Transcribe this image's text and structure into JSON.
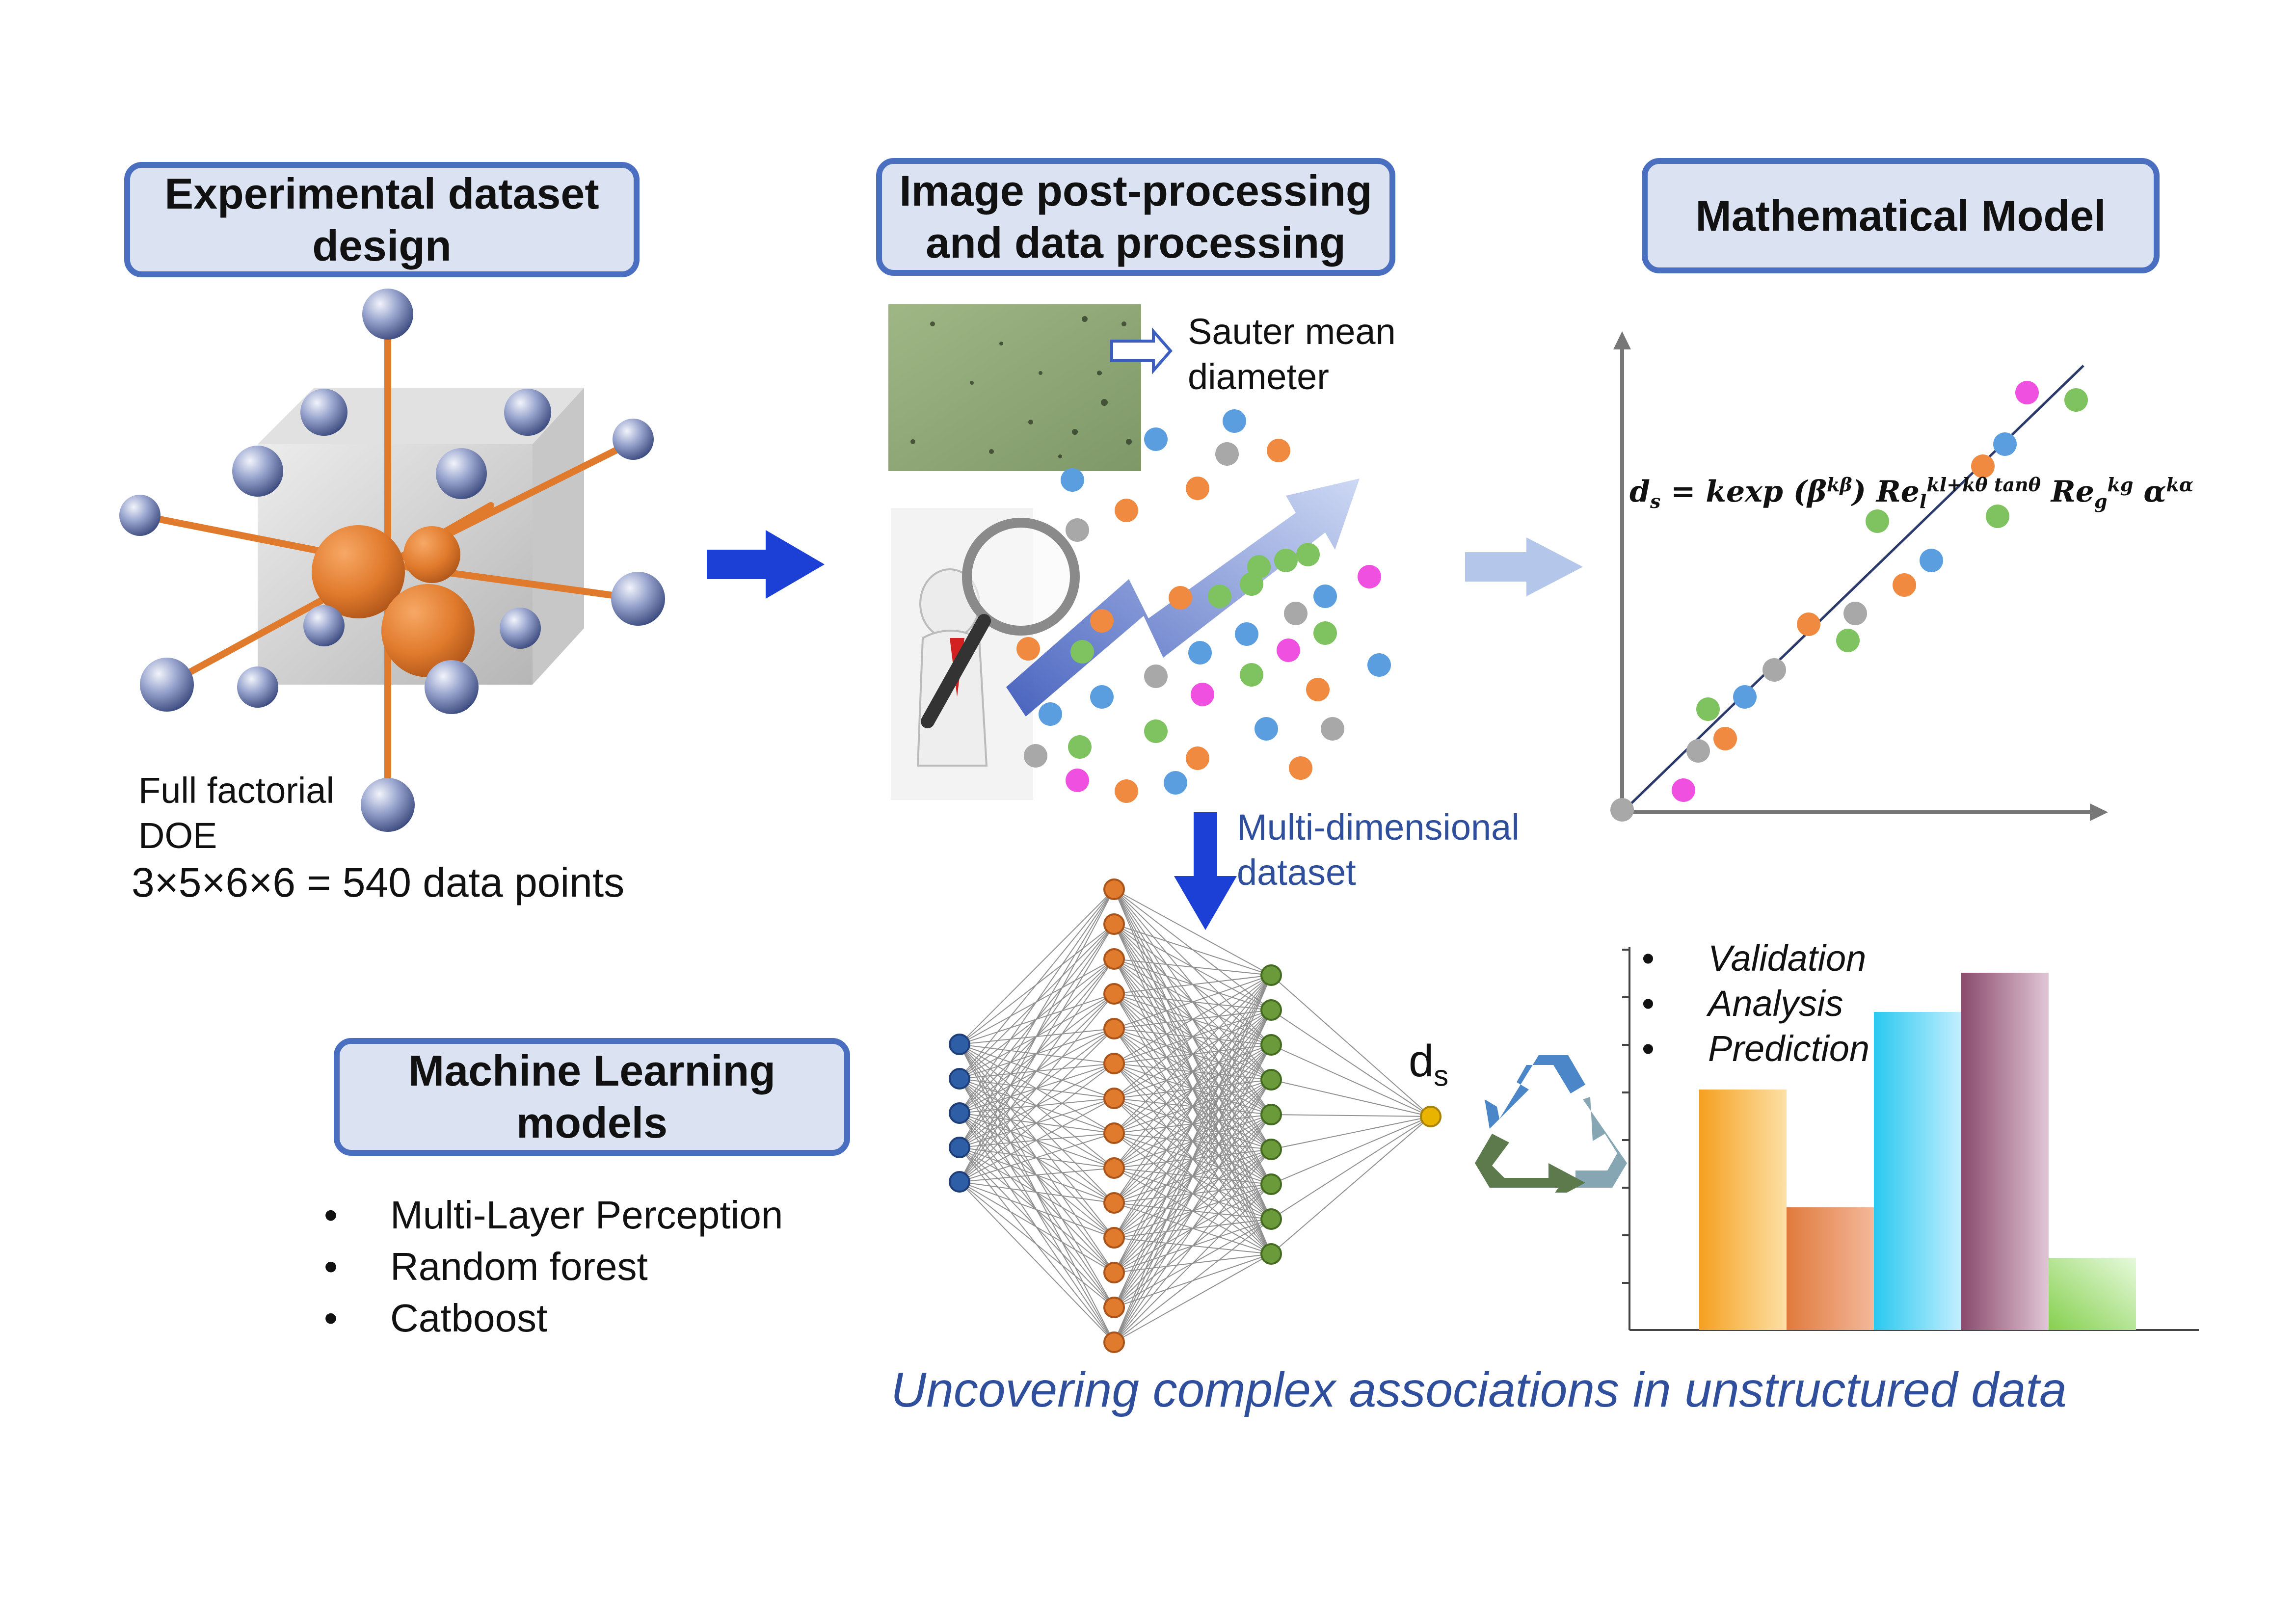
{
  "boxes": {
    "experimental": "Experimental dataset design",
    "image": "Image post-processing and data processing",
    "math": "Mathematical Model",
    "ml": "Machine Learning models"
  },
  "doe": {
    "label": "Full factorial DOE",
    "formula": "3×5×6×6 = 540 data points"
  },
  "sauter": "Sauter mean diameter",
  "multidim": "Multi-dimensional dataset",
  "equation": "d_s = kexp (β^{k_β}) Re_l^{k_l+k_θ tanθ} Re_g^{k_g} α^{k_α}",
  "ml_models": [
    "Multi-Layer Perception",
    "Random forest",
    "Catboost"
  ],
  "output_label": "d_s",
  "steps": [
    "Validation",
    "Analysis",
    "Prediction"
  ],
  "tagline": "Uncovering complex associations in unstructured data",
  "colors": {
    "box_border": "#4a6fc1",
    "box_fill": "#dbe3f3",
    "arrow_blue": "#1c3fd6",
    "tagline": "#2f4e9c",
    "orange": "#e07a2c",
    "green_node": "#5b8a32",
    "blue_node": "#2d5ea6"
  },
  "icons": [
    "doe-cube-graphic",
    "magnifier-figure-icon",
    "growth-arrow-icon",
    "recycle-icon",
    "neural-network-graphic",
    "microscope-image"
  ]
}
